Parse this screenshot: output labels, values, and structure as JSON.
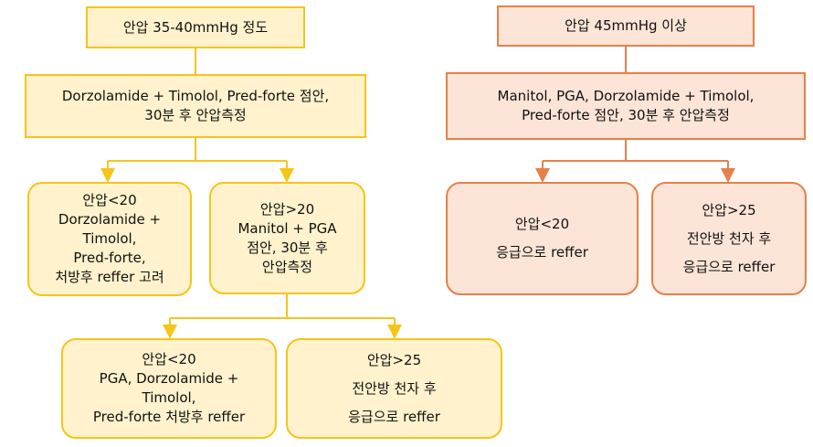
{
  "colors": {
    "yellow_fill": "#fff2cc",
    "yellow_border": "#f5c518",
    "orange_fill": "#fce4d6",
    "orange_border": "#e5804a"
  },
  "left": {
    "header": "안압 35-40mmHg 정도",
    "treatment": [
      "Dorzolamide + Timolol, Pred-forte 점안,",
      "30분 후 안압측정"
    ],
    "low": [
      "안압<20",
      "Dorzolamide +",
      "Timolol,",
      "Pred-forte,",
      "처방후 reffer 고려"
    ],
    "high": [
      "안압>20",
      "Manitol + PGA",
      "점안, 30분 후",
      "안압측정"
    ],
    "low2": [
      "안압<20",
      "PGA, Dorzolamide +",
      "Timolol,",
      "Pred-forte 처방후 reffer"
    ],
    "high2": [
      "안압>25",
      "전안방 천자 후",
      "응급으로 reffer"
    ]
  },
  "right": {
    "header": "안압 45mmHg 이상",
    "treatment": [
      "Manitol, PGA, Dorzolamide + Timolol,",
      "Pred-forte 점안, 30분 후 안압측정"
    ],
    "low": [
      "안압<20",
      "응급으로 reffer"
    ],
    "high": [
      "안압>25",
      "전안방 천자 후",
      "응급으로 reffer"
    ]
  }
}
